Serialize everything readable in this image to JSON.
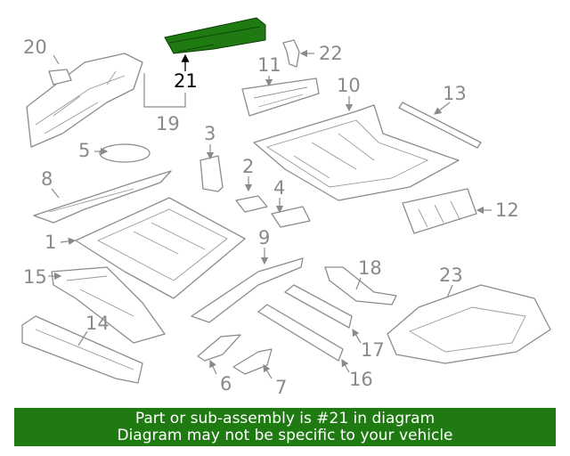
{
  "diagram": {
    "highlight_color": "#1f7a12",
    "callouts": [
      "20",
      "22",
      "11",
      "10",
      "13",
      "21",
      "19",
      "3",
      "2",
      "5",
      "8",
      "4",
      "12",
      "1",
      "9",
      "15",
      "18",
      "23",
      "14",
      "17",
      "6",
      "7",
      "16"
    ],
    "highlighted_callout": "21"
  },
  "banner": {
    "line1": "Part or sub-assembly is #21 in diagram",
    "line2": "Diagram may not be specific to your vehicle"
  }
}
